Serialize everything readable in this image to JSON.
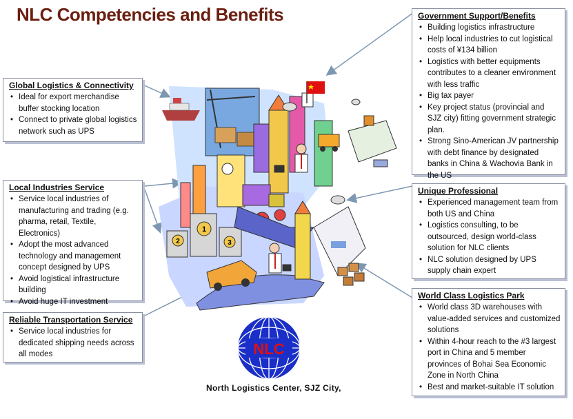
{
  "title": "NLC Competencies and Benefits",
  "caption": "North Logistics Center, SJZ City,",
  "logo": {
    "text": "NLC",
    "globe_color": "#1a2fc8",
    "text_color": "#e01010"
  },
  "boxes": {
    "global": {
      "heading": "Global Logistics & Connectivity",
      "items": [
        "Ideal for export merchandise buffer stocking location",
        "Connect to private global logistics network such as UPS"
      ]
    },
    "local": {
      "heading": "Local Industries Service",
      "items": [
        "Service local industries of manufacturing and trading (e.g. pharma, retail, Textile, Electronics)",
        "Adopt the most advanced technology and management concept designed by UPS",
        "Avoid logistical  infrastructure building",
        "Avoid huge IT investment"
      ]
    },
    "transport": {
      "heading": "Reliable Transportation Service",
      "items": [
        "Service local industries for dedicated shipping needs across all modes"
      ]
    },
    "government": {
      "heading": "Government Support/Benefits",
      "items": [
        "Building logistics infrastructure",
        "Help local industries to cut logistical costs of ¥134 billion",
        "Logistics with better equipments contributes to a cleaner environment with less traffic",
        "Big tax payer",
        "Key project status (provincial and SJZ city) fitting government strategic plan.",
        "Strong Sino-American JV partnership with debt finance by designated banks in China & Wachovia Bank in the US"
      ]
    },
    "professional": {
      "heading": "Unique Professional",
      "items": [
        "Experienced management team from both US and China",
        "Logistics consulting, to be outsourced, design world-class solution for NLC clients",
        "NLC solution designed by UPS supply chain expert"
      ]
    },
    "park": {
      "heading": "World Class Logistics Park",
      "items": [
        "World class 3D warehouses with value-added services and customized solutions",
        "Within 4-hour reach to the #3 largest port in China and 5 member provinces of Bohai Sea Economic Zone in North China",
        "Best and market-suitable IT solution"
      ]
    }
  },
  "illustration": {
    "building_labels": [
      "2",
      "1",
      "3"
    ]
  },
  "colors": {
    "title": "#6b1f10",
    "arrow": "#7d97b3",
    "box_shadow": "#b9c0d4"
  }
}
